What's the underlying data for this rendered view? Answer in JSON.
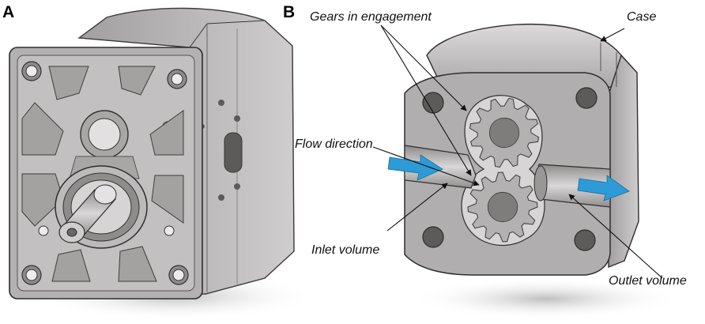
{
  "figure": {
    "panels": [
      {
        "letter": "A",
        "depicts": "external pump body"
      },
      {
        "letter": "B",
        "depicts": "sectioned pump"
      }
    ],
    "labels": {
      "gears": "Gears in engagement",
      "case": "Case",
      "flow": "Flow direction",
      "inlet": "Inlet volume",
      "outlet": "Outlet volume"
    },
    "colors": {
      "metal": "#b3b1b1",
      "metal_light": "#d2d0d0",
      "metal_dark": "#7f7c7c",
      "edge": "#3a3838",
      "hole": "#5d5a5a",
      "shadow": "#cfcfcf",
      "arrow": "#2d9bd6"
    }
  }
}
